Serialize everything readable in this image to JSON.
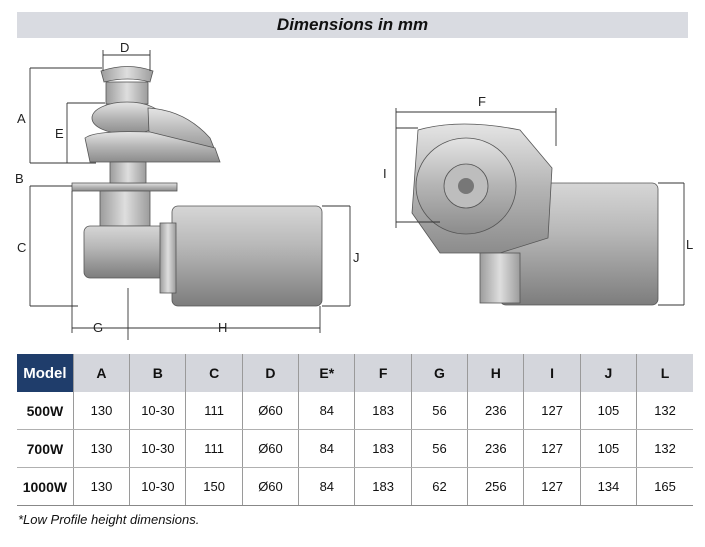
{
  "title": "Dimensions in mm",
  "diagram_labels": {
    "A": "A",
    "B": "B",
    "C": "C",
    "D": "D",
    "E": "E",
    "F": "F",
    "G": "G",
    "H": "H",
    "I": "I",
    "J": "J",
    "L": "L"
  },
  "table": {
    "headers": [
      "Model",
      "A",
      "B",
      "C",
      "D",
      "E*",
      "F",
      "G",
      "H",
      "I",
      "J",
      "L"
    ],
    "rows": [
      [
        "500W",
        "130",
        "10-30",
        "111",
        "Ø60",
        "84",
        "183",
        "56",
        "236",
        "127",
        "105",
        "132"
      ],
      [
        "700W",
        "130",
        "10-30",
        "111",
        "Ø60",
        "84",
        "183",
        "56",
        "236",
        "127",
        "105",
        "132"
      ],
      [
        "1000W",
        "130",
        "10-30",
        "150",
        "Ø60",
        "84",
        "183",
        "62",
        "256",
        "127",
        "134",
        "165"
      ]
    ]
  },
  "footnote": "*Low Profile height dimensions.",
  "colors": {
    "title_bar": "#d9dbe1",
    "model_header": "#1f3d6b",
    "header_bg": "#d4d6dc"
  }
}
